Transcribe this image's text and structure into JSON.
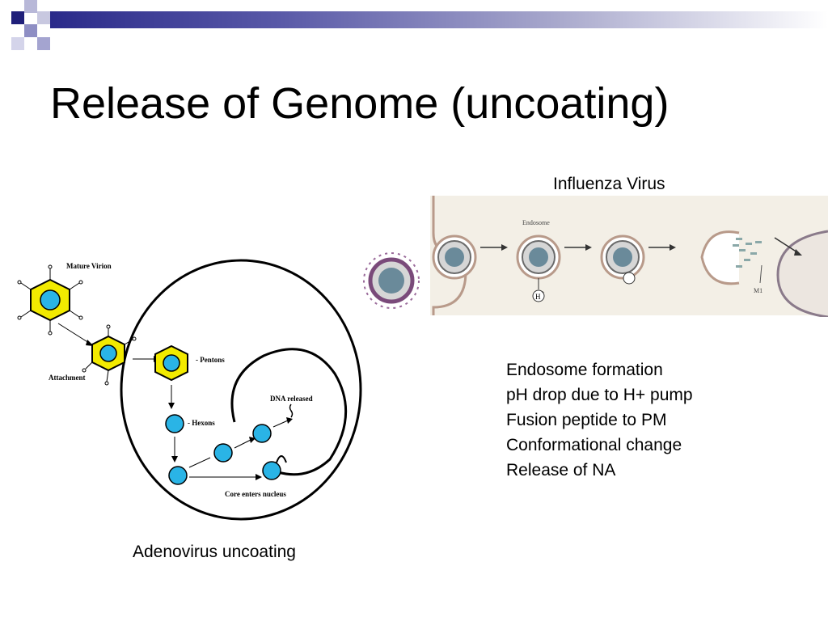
{
  "slide": {
    "title": "Release of Genome (uncoating)"
  },
  "influenza": {
    "caption": "Influenza Virus",
    "figure": {
      "endosome_label": "Endosome",
      "h_label": "H",
      "h_sup": "+",
      "m1_label": "M1"
    },
    "steps": [
      "Endosome formation",
      "pH drop due to H+ pump",
      "Fusion peptide to PM",
      "Conformational change",
      "Release of NA"
    ]
  },
  "adenovirus": {
    "caption": "Adenovirus uncoating",
    "labels": {
      "mature_virion": "Mature Virion",
      "attachment": "Attachment",
      "pentons": "- Pentons",
      "hexons": "- Hexons",
      "dna_released": "DNA released",
      "core_enters": "Core enters nucleus"
    }
  },
  "colors": {
    "accent": "#2a2a8a",
    "virion_fill": "#f2ea00",
    "core_fill": "#2ab4e6",
    "influenza_panel": "#f3efe6"
  }
}
